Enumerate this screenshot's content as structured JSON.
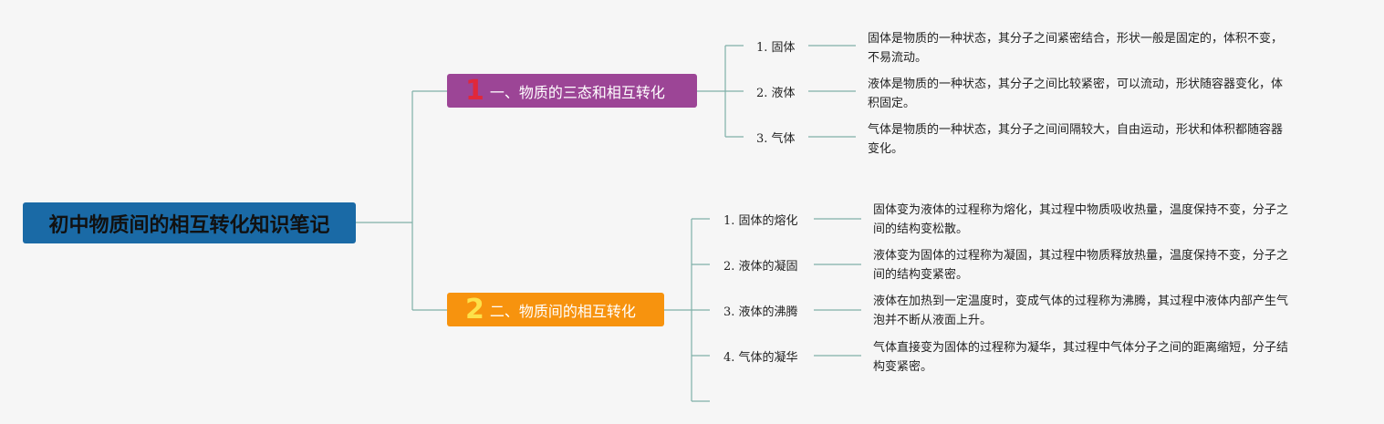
{
  "root": {
    "title": "初中物质间的相互转化知识笔记"
  },
  "topics": [
    {
      "number": "1",
      "title": "一、物质的三态和相互转化",
      "children": [
        {
          "label": "1. 固体",
          "desc": [
            "固体是物质的一种状态，其分子之间紧密结合，形状一般是固定的，体积不变，",
            "不易流动。"
          ]
        },
        {
          "label": "2. 液体",
          "desc": [
            "液体是物质的一种状态，其分子之间比较紧密，可以流动，形状随容器变化，体",
            "积固定。"
          ]
        },
        {
          "label": "3. 气体",
          "desc": [
            "气体是物质的一种状态，其分子之间间隔较大，自由运动，形状和体积都随容器",
            "变化。"
          ]
        }
      ]
    },
    {
      "number": "2",
      "title": "二、物质间的相互转化",
      "children": [
        {
          "label": "1. 固体的熔化",
          "desc": [
            "固体变为液体的过程称为熔化，其过程中物质吸收热量，温度保持不变，分子之",
            "间的结构变松散。"
          ]
        },
        {
          "label": "2. 液体的凝固",
          "desc": [
            "液体变为固体的过程称为凝固，其过程中物质释放热量，温度保持不变，分子之",
            "间的结构变紧密。"
          ]
        },
        {
          "label": "3. 液体的沸腾",
          "desc": [
            "液体在加热到一定温度时，变成气体的过程称为沸腾，其过程中液体内部产生气",
            "泡并不断从液面上升。"
          ]
        },
        {
          "label": "4. 气体的凝华",
          "desc": [
            "气体直接变为固体的过程称为凝华，其过程中气体分子之间的距离缩短，分子结",
            "构变紧密。"
          ]
        }
      ]
    }
  ],
  "colors": {
    "root": "#1a6aa6",
    "topic1": "#9c4596",
    "topic2": "#f7930e",
    "connector": "#7fb0a8"
  }
}
